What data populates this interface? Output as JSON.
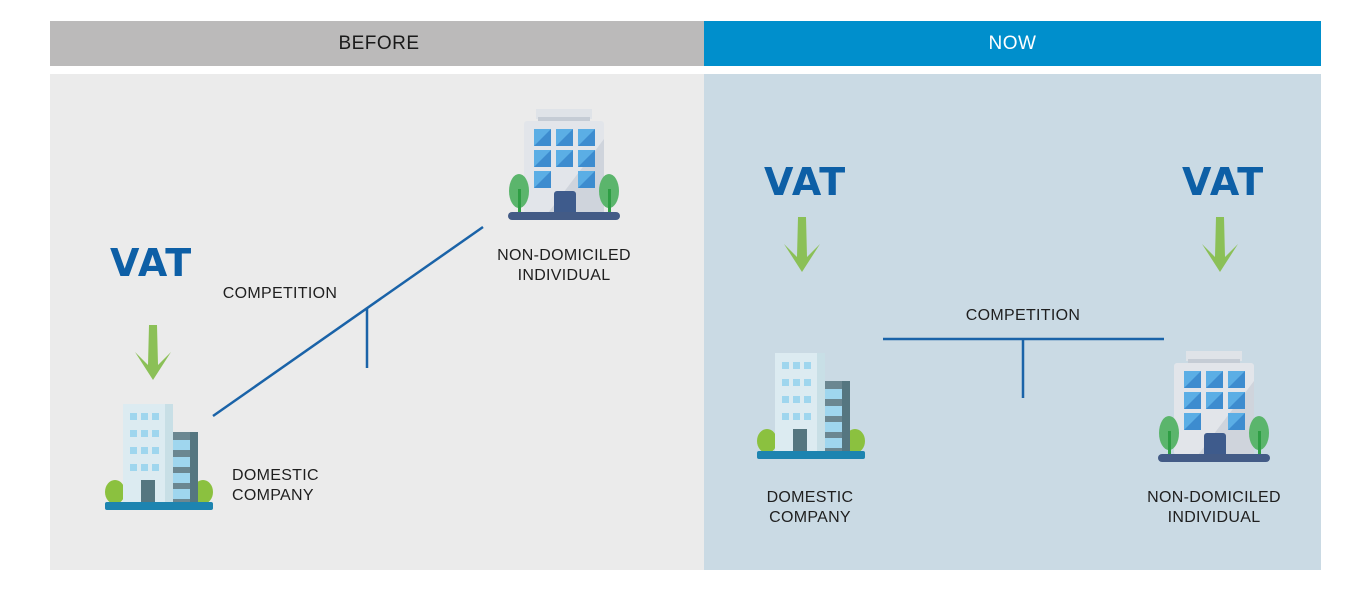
{
  "before": {
    "header": "BEFORE",
    "vat_label": "VAT",
    "competition_label": "COMPETITION",
    "domestic_label_line1": "DOMESTIC",
    "domestic_label_line2": "COMPANY",
    "nondom_label_line1": "NON-DOMICILED",
    "nondom_label_line2": "INDIVIDUAL"
  },
  "now": {
    "header": "NOW",
    "vat_label_left": "VAT",
    "vat_label_right": "VAT",
    "competition_label": "COMPETITION",
    "domestic_label_line1": "DOMESTIC",
    "domestic_label_line2": "COMPANY",
    "nondom_label_line1": "NON-DOMICILED",
    "nondom_label_line2": "INDIVIDUAL"
  },
  "colors": {
    "before_header": "#bbbaba",
    "now_header": "#008fcc",
    "before_bg": "#ebebeb",
    "now_bg": "#cadae4",
    "vat_text": "#0d5fa6",
    "arrow": "#8bc057",
    "line": "#1a63a8"
  }
}
